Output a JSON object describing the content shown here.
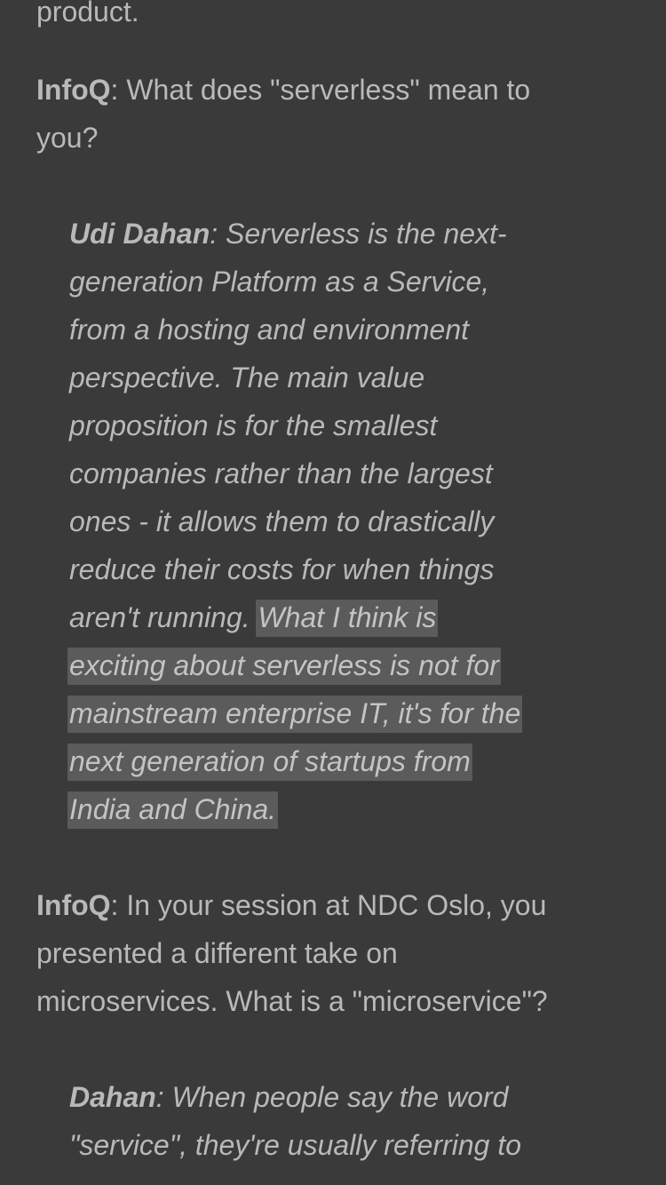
{
  "article": {
    "fragment_top": "product.",
    "q1": {
      "speaker": "InfoQ",
      "lines": [
        "What does \"serverless\" mean to",
        "you?"
      ]
    },
    "a1": {
      "speaker": "Udi Dahan",
      "line1_rest": "Serverless is the next-",
      "lines": [
        "generation Platform as a Service,",
        "from a hosting and environment",
        "perspective. The main value",
        "proposition is for the smallest",
        "companies rather than the largest",
        "ones - it allows them to drastically",
        "reduce their costs for when things"
      ],
      "line9_plain": "aren't running.",
      "highlight": {
        "line1": "What I think is",
        "line2": "exciting about serverless is not for",
        "line3": "mainstream enterprise IT, it's for the",
        "line4": "next generation of startups from",
        "line5": "India and China."
      }
    },
    "q2": {
      "speaker": "InfoQ",
      "line1_rest": "In your session at NDC Oslo, you",
      "lines": [
        "presented a different take on",
        "microservices. What is a \"microservice\"?"
      ]
    },
    "a2": {
      "speaker": "Dahan",
      "line1_rest": "When people say the word",
      "line2": "\"service\", they're usually referring to"
    }
  }
}
